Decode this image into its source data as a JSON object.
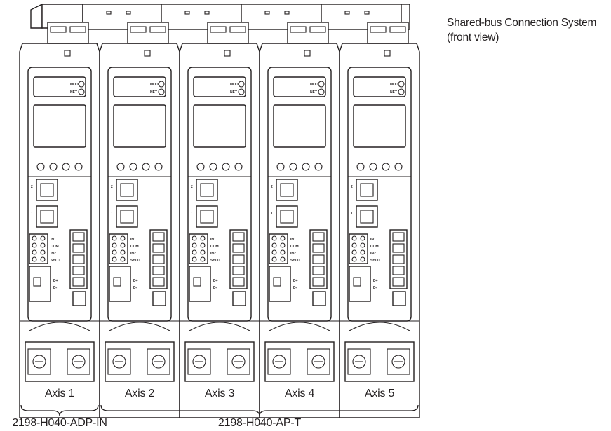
{
  "caption": {
    "line1": "Shared-bus Connection System",
    "line2": "(front view)"
  },
  "axes": [
    {
      "label": "Axis 1"
    },
    {
      "label": "Axis 2"
    },
    {
      "label": "Axis 3"
    },
    {
      "label": "Axis 4"
    },
    {
      "label": "Axis 5"
    }
  ],
  "groups": [
    {
      "label": "2198-H040-ADP-IN",
      "axes": [
        1
      ]
    },
    {
      "label": "2198-H040-AP-T",
      "axes": [
        2,
        3,
        4,
        5
      ]
    }
  ],
  "module_labels": {
    "mod": "MOD",
    "net": "NET",
    "port_top": "2",
    "port_bottom": "1",
    "pins": [
      "IN1",
      "COM",
      "IN2",
      "SHLD"
    ],
    "d_plus": "D+",
    "d_minus": "D-"
  }
}
